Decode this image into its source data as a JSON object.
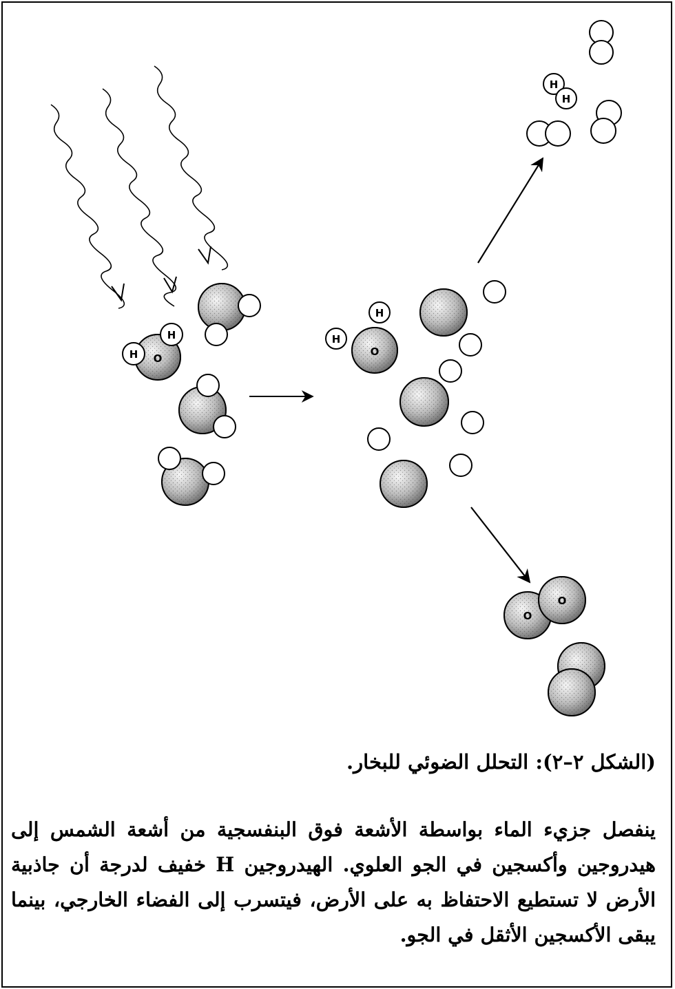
{
  "figure": {
    "caption": "(الشكل ٢–٢): التحلل الضوئي للبخار.",
    "description": "ينفصل جزيء الماء بواسطة الأشعة فوق البنفسجية من أشعة الشمس إلى هيدروجين وأكسجين في الجو العلوي. الهيدروجين H خفيف لدرجة أن جاذبية الأرض لا تستطيع الاحتفاظ به على الأرض، فيتسرب إلى الفضاء الخارجي، بينما يبقى الأكسجين الأثقل في الجو."
  },
  "atom_labels": {
    "hydrogen": "H",
    "oxygen": "O"
  },
  "colors": {
    "ink": "#000000",
    "oxygen_fill": "#d8d8d8",
    "hydrogen_fill": "#ffffff"
  }
}
